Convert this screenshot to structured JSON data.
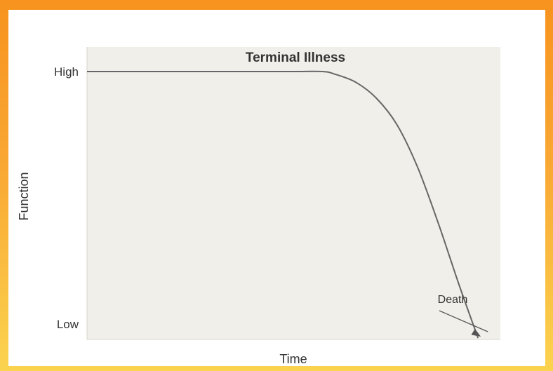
{
  "colors": {
    "frame_top": "#f7931e",
    "frame_bottom": "#fbd34e",
    "plot_background": "#f1efe9",
    "curve": "#666666"
  },
  "chart_data": {
    "type": "line",
    "title": "Terminal Illness",
    "xlabel": "Time",
    "ylabel": "Function",
    "y_tick_labels": [
      "High",
      "Low"
    ],
    "xlim": [
      0,
      100
    ],
    "ylim": [
      0,
      1
    ],
    "grid": false,
    "series": [
      {
        "x": [
          0,
          10,
          20,
          30,
          40,
          50,
          57,
          60,
          65,
          70,
          75,
          80,
          85,
          90,
          94.6
        ],
        "y": [
          1,
          1,
          1,
          1,
          1,
          1,
          1,
          0.99,
          0.96,
          0.9,
          0.8,
          0.64,
          0.43,
          0.2,
          0
        ]
      }
    ],
    "annotations": [
      {
        "text": "Death",
        "x": 94.6,
        "y": 0
      }
    ]
  }
}
